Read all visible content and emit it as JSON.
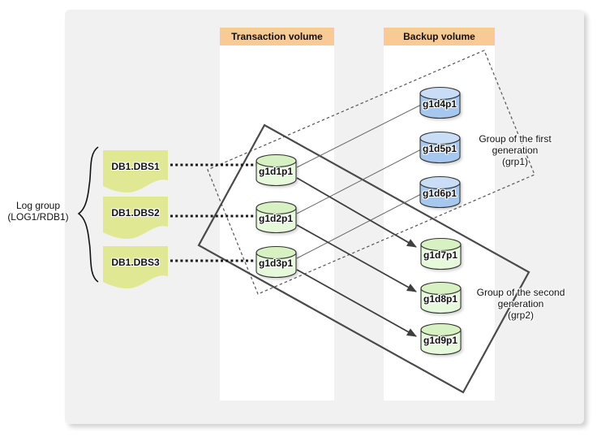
{
  "diagram": {
    "columns": {
      "transaction": "Transaction volume",
      "backup": "Backup volume"
    },
    "log_group": {
      "title_line1": "Log group",
      "title_line2": "(LOG1/RDB1)",
      "datasets": [
        "DB1.DBS1",
        "DB1.DBS2",
        "DB1.DBS3"
      ]
    },
    "transaction_volumes": [
      "g1d1p1",
      "g1d2p1",
      "g1d3p1"
    ],
    "first_generation": {
      "volumes": [
        "g1d4p1",
        "g1d5p1",
        "g1d6p1"
      ],
      "label_line1": "Group of the first",
      "label_line2": "generation",
      "label_line3": "(grp1)"
    },
    "second_generation": {
      "volumes": [
        "g1d7p1",
        "g1d8p1",
        "g1d9p1"
      ],
      "label_line1": "Group of the second",
      "label_line2": "generation",
      "label_line3": "(grp2)"
    },
    "colors": {
      "header_bg": "#f9ca96",
      "dataset_doc_bg": "#e1e893",
      "transaction_cylinder_body": "#e6f9da",
      "transaction_cylinder_top": "#d7f1c3",
      "gen1_cylinder_body": "#a6c8ee",
      "gen1_cylinder_top": "#c9def6",
      "gen2_cylinder_body": "#e6f9da",
      "gen2_cylinder_top": "#d7f1c3",
      "canvas_bg": "#f1f1f1"
    }
  }
}
